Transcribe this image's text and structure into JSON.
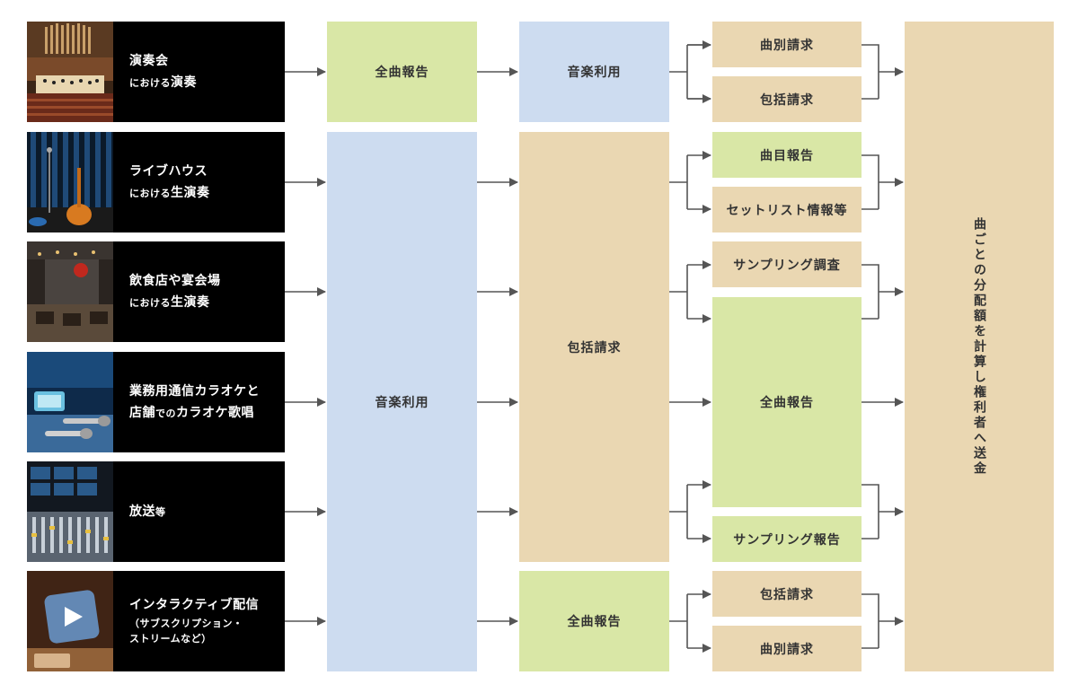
{
  "sources": [
    {
      "line1": "演奏会",
      "line2_small": "における",
      "line2_big": "演奏",
      "thumb_icon": "concert-hall-photo"
    },
    {
      "line1": "ライブハウス",
      "line2_small": "における",
      "line2_big": "生演奏",
      "thumb_icon": "live-house-stage-photo"
    },
    {
      "line1": "飲食店や宴会場",
      "line2_small": "における",
      "line2_big": "生演奏",
      "thumb_icon": "restaurant-stage-photo"
    },
    {
      "line1": "業務用通信カラオケと",
      "line2_big1": "店舗",
      "line2_small": "での",
      "line2_big2": "カラオケ歌唱",
      "thumb_icon": "karaoke-microphone-photo"
    },
    {
      "line1_big": "放送",
      "line1_small": "等",
      "thumb_icon": "broadcast-console-photo"
    },
    {
      "line1": "インタラクティブ配信",
      "line2": "（サブスクリプション・",
      "line3": "ストリームなど）",
      "thumb_icon": "streaming-play-photo"
    }
  ],
  "col2": {
    "top": "全曲報告",
    "main": "音楽利用"
  },
  "col3": {
    "top": "音楽利用",
    "main": "包括請求",
    "bottom": "全曲報告"
  },
  "col4": {
    "r1a": "曲別請求",
    "r1b": "包括請求",
    "r2a": "曲目報告",
    "r2b": "セットリスト情報等",
    "r3a": "サンプリング調査",
    "mid": "全曲報告",
    "r5b": "サンプリング報告",
    "r6a": "包括請求",
    "r6b": "曲別請求"
  },
  "col5": {
    "label": "曲ごとの分配額を計算し権利者へ送金"
  },
  "colors": {
    "green": "#d9e7a6",
    "blue": "#cddcf0",
    "tan": "#ead7b2",
    "arrow": "#555555",
    "source_bg": "#000000"
  }
}
